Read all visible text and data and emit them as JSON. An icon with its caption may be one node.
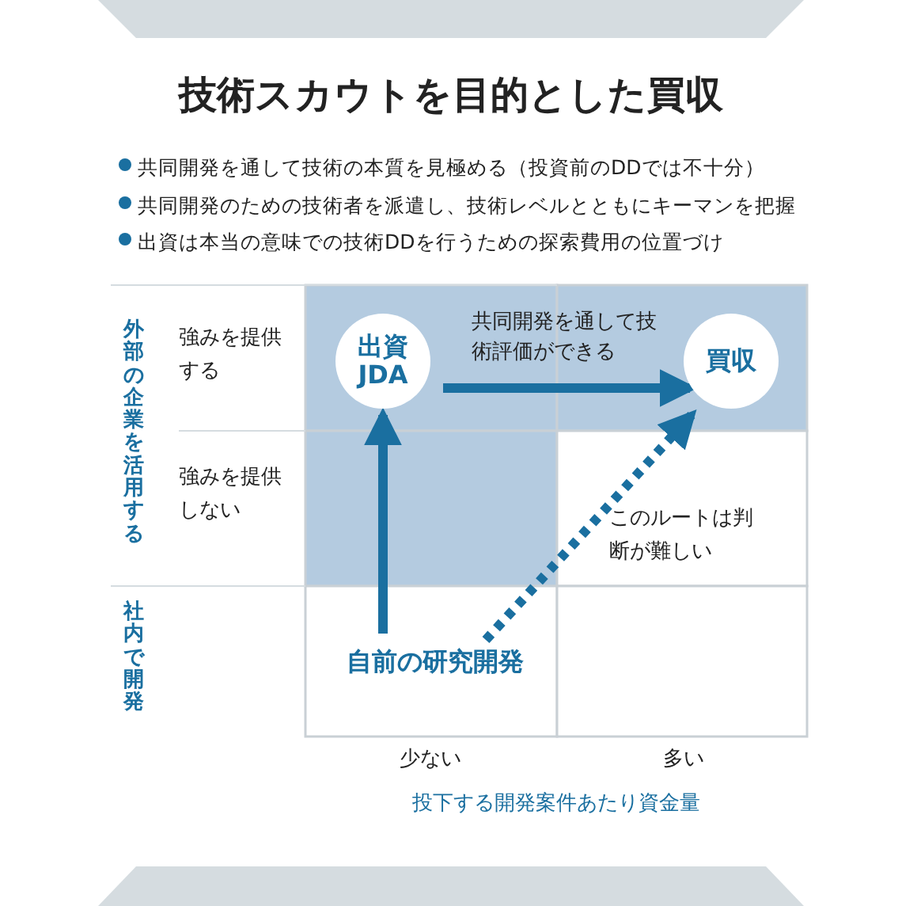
{
  "diagram": {
    "title": "技術スカウトを目的とした買収",
    "nodes": [
      {
        "text": [
          "出資 JDA"
        ]
      },
      {
        "text": [
          "買収"
        ]
      },
      {
        "text": [
          "自前の研究開発"
        ]
      }
    ],
    "edges": [
      {
        "from": 2,
        "to": 0,
        "arrow": "to"
      },
      {
        "from": 0,
        "to": 1,
        "arrow": "to",
        "label": "共同開発を通して技術評価ができる"
      },
      {
        "from": 2,
        "to": 1,
        "arrow": "to",
        "style": "dashed"
      }
    ],
    "labels": [
      "共同開発を通して技術の本質を見極める（投資前のDDでは不十分）",
      "共同開発のための技術者を派遣し、技術レベルとともにキーマンを把握",
      "出資は本当の意味での技術DDを行うための探索費用の位置づけ",
      "外部の企業を活用する",
      "強みを提供する",
      "強みを提供しない",
      "社内で開発",
      "このルートは判断が難しい",
      "少ない",
      "多い",
      "投下する開発案件あたり資金量"
    ]
  }
}
